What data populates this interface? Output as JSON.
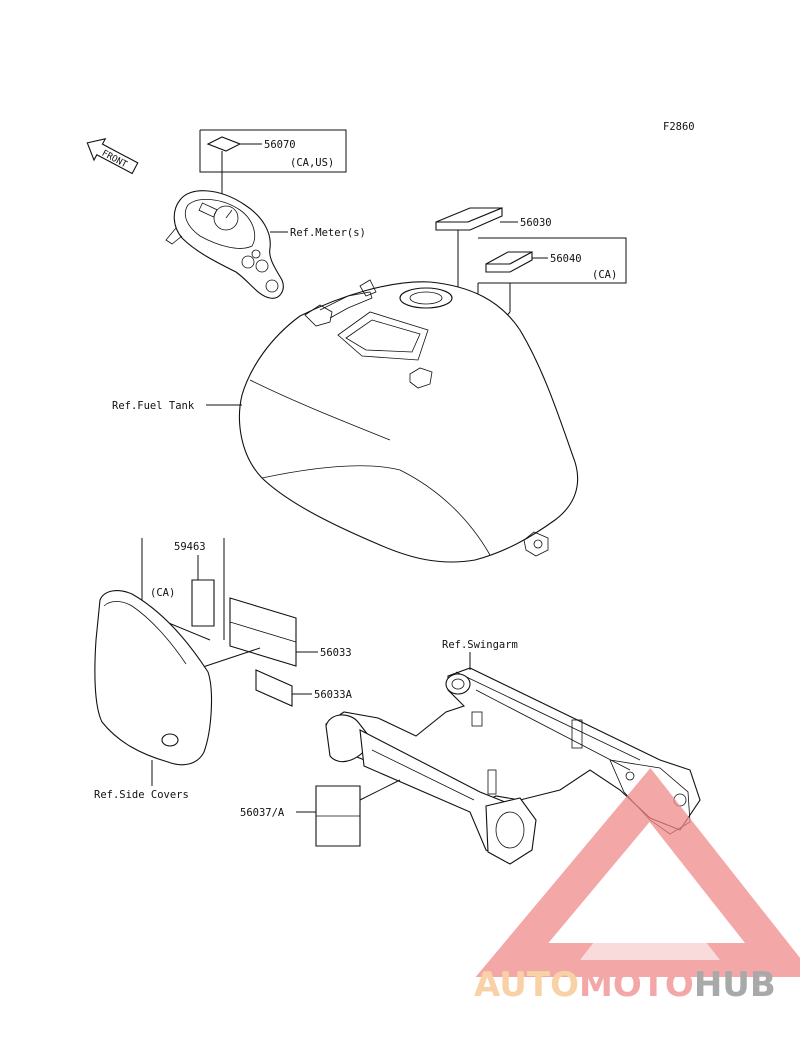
{
  "figure_code": "F2860",
  "front_arrow_label": "FRONT",
  "labels": {
    "p56070": "56070",
    "p56070_note": "(CA,US)",
    "ref_meter": "Ref.Meter(s)",
    "p56030": "56030",
    "p56040": "56040",
    "p56040_note": "(CA)",
    "ref_fuel_tank": "Ref.Fuel Tank",
    "p59463": "59463",
    "p59463_note": "(CA)",
    "p56033": "56033",
    "p56033a": "56033A",
    "ref_swingarm": "Ref.Swingarm",
    "ref_side_covers": "Ref.Side Covers",
    "p56037a": "56037/A"
  },
  "watermark": {
    "part1": "AUTO",
    "part2": "MOTO",
    "part3": "HUB",
    "color_light": "#f6c28a",
    "color_red": "#f08a8a",
    "color_gray": "#8d8d8d"
  }
}
